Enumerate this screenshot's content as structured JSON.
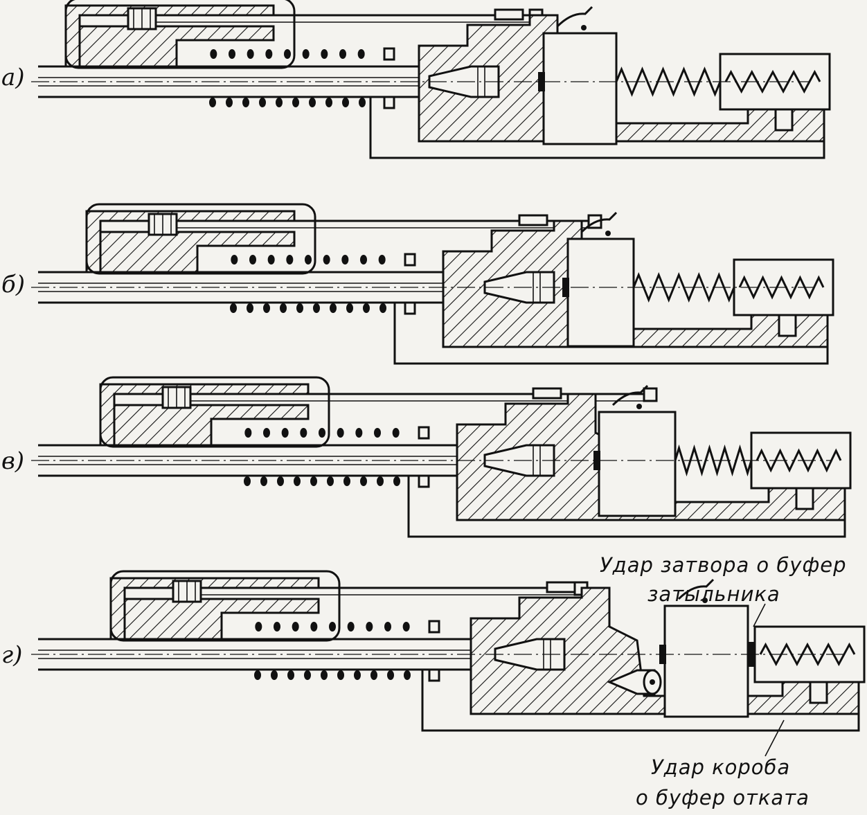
{
  "panels": [
    {
      "id": "a",
      "label": "а)"
    },
    {
      "id": "b",
      "label": "б)"
    },
    {
      "id": "v",
      "label": "в)"
    },
    {
      "id": "g",
      "label": "г)"
    }
  ],
  "annotations": {
    "bolt_impact_line1": "Удар затвора о буфер",
    "bolt_impact_line2": "затыльника",
    "box_impact_line1": "Удар короба",
    "box_impact_line2": "о буфер отката"
  }
}
